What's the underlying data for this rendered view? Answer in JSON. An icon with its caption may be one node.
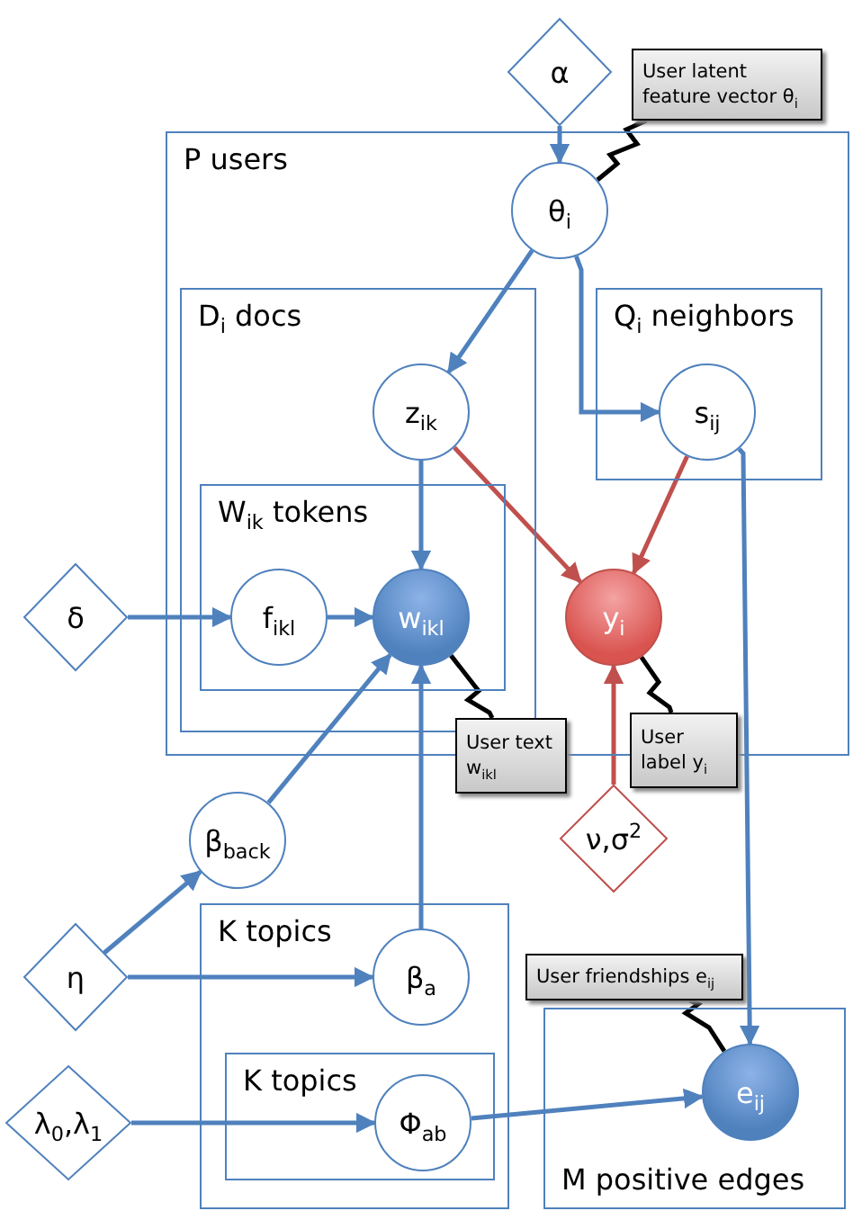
{
  "diagram": {
    "nodes": [
      {
        "text": [
          "α"
        ]
      },
      {
        "text": [
          "User latent feature vector θ$_{i}$"
        ]
      },
      {
        "text": [
          "P users"
        ]
      },
      {
        "text": [
          "θ$_{i}$"
        ],
        "in": 2
      },
      {
        "text": [
          "D$_{i}$ docs"
        ],
        "in": 2
      },
      {
        "text": [
          "z$_{ik}$"
        ],
        "in": 4
      },
      {
        "text": [
          "W$_{ik}$ tokens"
        ],
        "in": 4
      },
      {
        "text": [
          "f$_{ikl}$"
        ],
        "in": 6
      },
      {
        "text": [
          "w$_{ikl}$"
        ],
        "in": 6
      },
      {
        "text": [
          "Q$_{i}$ neighbors"
        ],
        "in": 2
      },
      {
        "text": [
          "s$_{ij}$"
        ],
        "in": 9
      },
      {
        "text": [
          "y$_{i}$"
        ],
        "in": 2
      },
      {
        "text": [
          "δ"
        ]
      },
      {
        "text": [
          "User text w$_{ikl}$"
        ]
      },
      {
        "text": [
          "User label y$_{i}$"
        ]
      },
      {
        "text": [
          "β$_{back}$"
        ]
      },
      {
        "text": [
          "ν,σ$^{2}$"
        ]
      },
      {
        "text": [
          "η"
        ]
      },
      {
        "text": [
          "K topics"
        ]
      },
      {
        "text": [
          "β$_{a}$"
        ],
        "in": 18
      },
      {
        "text": [
          "K topics"
        ],
        "in": 18
      },
      {
        "text": [
          "Φ$_{ab}$"
        ],
        "in": 20
      },
      {
        "text": [
          "λ$_{0}$,λ$_{1}$"
        ]
      },
      {
        "text": [
          "User friendships e$_{ij}$"
        ]
      },
      {
        "text": [
          "M positive edges"
        ]
      },
      {
        "text": [
          "e$_{ij}$"
        ],
        "in": 24
      }
    ],
    "edges": [
      {
        "from": 0,
        "to": 3,
        "arrow": "to"
      },
      {
        "from": 1,
        "to": 3,
        "arrow": "none",
        "color": "#000000"
      },
      {
        "from": 3,
        "to": 5,
        "arrow": "to"
      },
      {
        "from": 3,
        "to": 10,
        "arrow": "to"
      },
      {
        "from": 5,
        "to": 8,
        "arrow": "to"
      },
      {
        "from": 5,
        "to": 11,
        "arrow": "to",
        "color": "#c0504d"
      },
      {
        "from": 10,
        "to": 11,
        "arrow": "to",
        "color": "#c0504d"
      },
      {
        "from": 12,
        "to": 7,
        "arrow": "to"
      },
      {
        "from": 7,
        "to": 8,
        "arrow": "to"
      },
      {
        "from": 13,
        "to": 8,
        "arrow": "none",
        "color": "#000000"
      },
      {
        "from": 14,
        "to": 11,
        "arrow": "none",
        "color": "#000000"
      },
      {
        "from": 15,
        "to": 8,
        "arrow": "to"
      },
      {
        "from": 19,
        "to": 8,
        "arrow": "to"
      },
      {
        "from": 16,
        "to": 11,
        "arrow": "to",
        "color": "#c0504d"
      },
      {
        "from": 10,
        "to": 25,
        "arrow": "to"
      },
      {
        "from": 17,
        "to": 15,
        "arrow": "to"
      },
      {
        "from": 17,
        "to": 19,
        "arrow": "to"
      },
      {
        "from": 22,
        "to": 21,
        "arrow": "to"
      },
      {
        "from": 21,
        "to": 25,
        "arrow": "to"
      },
      {
        "from": 23,
        "to": 25,
        "arrow": "none",
        "color": "#000000"
      }
    ]
  }
}
